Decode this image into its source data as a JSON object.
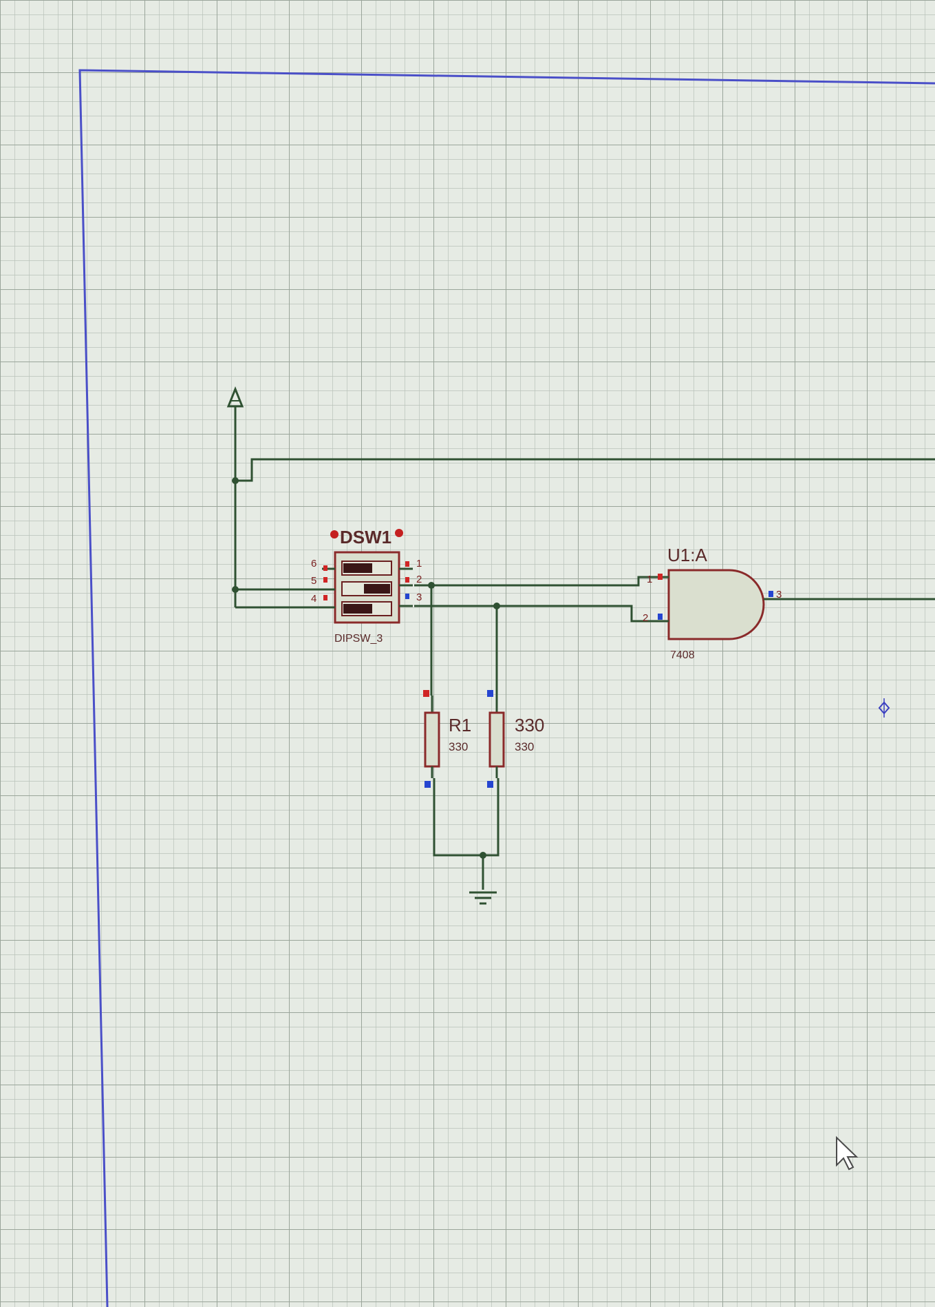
{
  "editor": {
    "theme": {
      "background": "#e6ebe4",
      "grid_minor": "#b9c2b9",
      "grid_major": "#9aa59a",
      "sheet_border": "#4a4fc8",
      "wire": "#2f5132",
      "component_body": "#8a2a2a",
      "pin_red": "#d02525",
      "pin_blue": "#2545d0"
    }
  },
  "components": {
    "dipswitch": {
      "ref": "DSW1",
      "type": "DIPSW_3",
      "left_pins": [
        "6",
        "5",
        "4"
      ],
      "right_pins": [
        "1",
        "2",
        "3"
      ]
    },
    "gate": {
      "ref": "U1:A",
      "type": "7408",
      "input_pins": [
        "1",
        "2"
      ],
      "output_pin": "3"
    },
    "resistor1": {
      "ref": "R1",
      "value": "330"
    },
    "resistor2": {
      "ref": "330",
      "value": "330"
    }
  },
  "symbols": {
    "power": "power-terminal-icon",
    "ground": "ground-icon",
    "cursor": "mouse-pointer-icon",
    "origin_marker": "origin-marker-icon"
  }
}
